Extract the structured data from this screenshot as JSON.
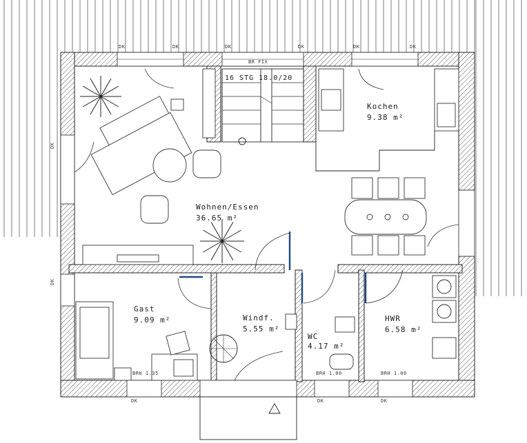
{
  "rooms": [
    {
      "name": "Wohnen/Essen",
      "area": "36.65 m²"
    },
    {
      "name": "Kochen",
      "area": "9.38 m²"
    },
    {
      "name": "Gast",
      "area": "9.09 m²"
    },
    {
      "name": "Windf.",
      "area": "5.55 m²"
    },
    {
      "name": "WC",
      "area": "4.17 m²"
    },
    {
      "name": "HWR",
      "area": "6.58 m²"
    }
  ],
  "stair_label": "16 STG 18.0/20",
  "window_labels": {
    "top_bk_fix": "BR FIX",
    "brh_1": "BRH 1.35",
    "brh_2": "BRH 1.00",
    "brh_3": "BRH 1.00"
  },
  "dk_marks": [
    "DK",
    "DK",
    "DK",
    "DK",
    "DK",
    "DK",
    "DK",
    "DK",
    "DK",
    "DK",
    "DK"
  ],
  "colors": {
    "wall_hatch": "#555555",
    "door_frame": "#1b4a80",
    "line": "#222222"
  }
}
